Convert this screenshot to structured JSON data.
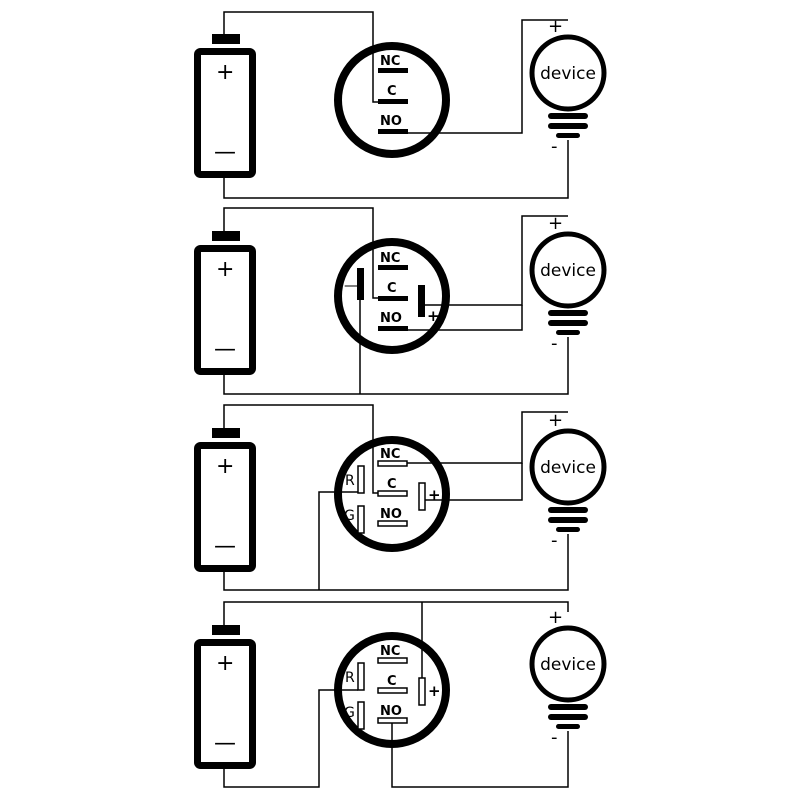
{
  "battery": {
    "plus": "+",
    "minus": "—"
  },
  "switch": {
    "nc": "NC",
    "c": "C",
    "no": "NO"
  },
  "led": {
    "plus": "+",
    "minus": "—",
    "red": "R",
    "green": "G"
  },
  "device": {
    "label": "device",
    "plus": "+",
    "minus": "-"
  }
}
